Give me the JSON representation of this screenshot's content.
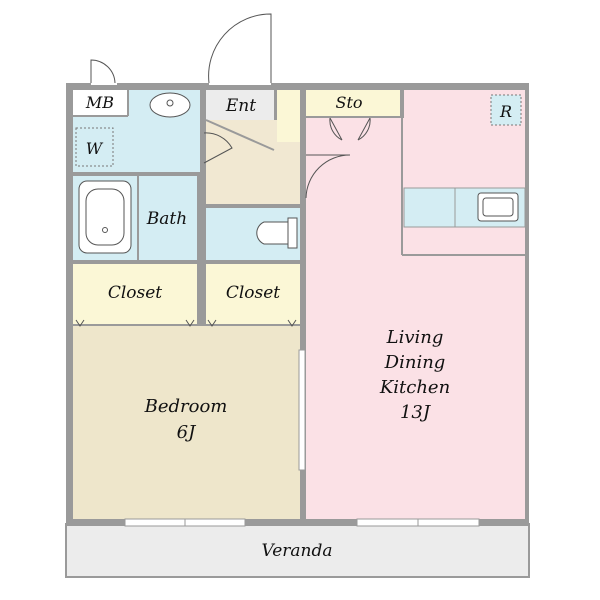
{
  "rooms": {
    "mb": "MB",
    "ent": "Ent",
    "sto": "Sto",
    "refrigerator": "R",
    "washer": "W",
    "bath": "Bath",
    "closet_left": "Closet",
    "closet_right": "Closet",
    "bedroom": "Bedroom",
    "bedroom_size": "6J",
    "ldk_line1": "Living",
    "ldk_line2": "Dining",
    "ldk_line3": "Kitchen",
    "ldk_size": "13J",
    "veranda": "Veranda"
  },
  "colors": {
    "wall": "#9a9a9a",
    "wet_area": "#d4edf3",
    "closet": "#fbf7d6",
    "bedroom": "#eee6cb",
    "ldk": "#fbe1e6",
    "entrance": "#ececec",
    "hall": "#f1e8d2",
    "veranda": "#ececec"
  }
}
